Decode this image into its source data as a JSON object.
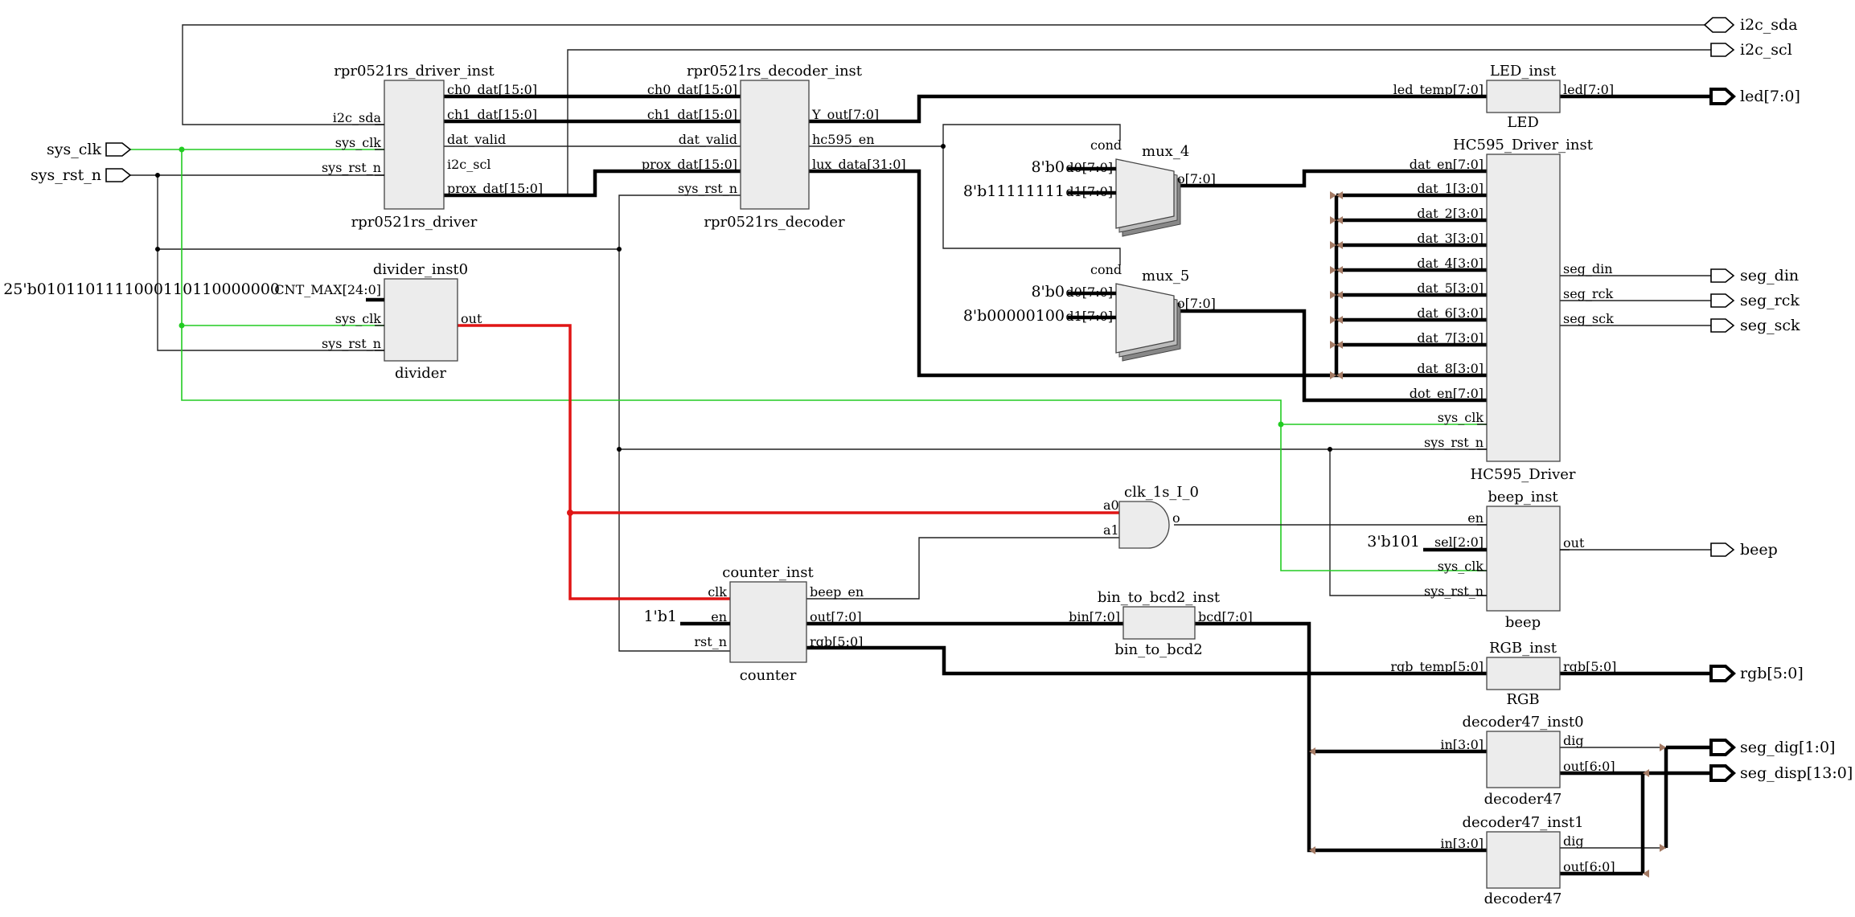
{
  "top_ports": {
    "sys_clk": "sys_clk",
    "sys_rst_n": "sys_rst_n",
    "i2c_sda": "i2c_sda",
    "i2c_scl": "i2c_scl",
    "led": "led[7:0]",
    "seg_din": "seg_din",
    "seg_rck": "seg_rck",
    "seg_sck": "seg_sck",
    "beep": "beep",
    "rgb": "rgb[5:0]",
    "seg_dig": "seg_dig[1:0]",
    "seg_disp": "seg_disp[13:0]"
  },
  "driver": {
    "inst": "rpr0521rs_driver_inst",
    "type": "rpr0521rs_driver",
    "in": [
      "i2c_sda",
      "sys_clk",
      "sys_rst_n"
    ],
    "out": [
      "ch0_dat[15:0]",
      "ch1_dat[15:0]",
      "dat_valid",
      "i2c_scl",
      "prox_dat[15:0]"
    ]
  },
  "decoder": {
    "inst": "rpr0521rs_decoder_inst",
    "type": "rpr0521rs_decoder",
    "in": [
      "ch0_dat[15:0]",
      "ch1_dat[15:0]",
      "dat_valid",
      "prox_dat[15:0]",
      "sys_rst_n"
    ],
    "out": [
      "Y_out[7:0]",
      "hc595_en",
      "lux_data[31:0]"
    ]
  },
  "led": {
    "inst": "LED_inst",
    "type": "LED",
    "in": [
      "led_temp[7:0]"
    ],
    "out": [
      "led[7:0]"
    ]
  },
  "mux4": {
    "inst": "mux_4",
    "cond": "cond",
    "d0": "d0[7:0]",
    "d1": "d1[7:0]",
    "o": "o[7:0]",
    "c0": "8'b0",
    "c1": "8'b11111111"
  },
  "mux5": {
    "inst": "mux_5",
    "cond": "cond",
    "d0": "d0[7:0]",
    "d1": "d1[7:0]",
    "o": "o[7:0]",
    "c0": "8'b0",
    "c1": "8'b00000100"
  },
  "hc595": {
    "inst": "HC595_Driver_inst",
    "type": "HC595_Driver",
    "in": [
      "dat_en[7:0]",
      "dat_1[3:0]",
      "dat_2[3:0]",
      "dat_3[3:0]",
      "dat_4[3:0]",
      "dat_5[3:0]",
      "dat_6[3:0]",
      "dat_7[3:0]",
      "dat_8[3:0]",
      "dot_en[7:0]",
      "sys_clk",
      "sys_rst_n"
    ],
    "out": [
      "seg_din",
      "seg_rck",
      "seg_sck"
    ]
  },
  "divider": {
    "inst": "divider_inst0",
    "type": "divider",
    "in": [
      "CNT_MAX[24:0]",
      "sys_clk",
      "sys_rst_n"
    ],
    "out": [
      "out"
    ],
    "const": "25'b0101101111000110110000000"
  },
  "gate": {
    "inst": "clk_1s_I_0",
    "a0": "a0",
    "a1": "a1",
    "o": "o"
  },
  "beep": {
    "inst": "beep_inst",
    "type": "beep",
    "in": [
      "en",
      "sel[2:0]",
      "sys_clk",
      "sys_rst_n"
    ],
    "out": [
      "out"
    ],
    "const": "3'b101"
  },
  "counter": {
    "inst": "counter_inst",
    "type": "counter",
    "in": [
      "clk",
      "en",
      "rst_n"
    ],
    "out": [
      "beep_en",
      "out[7:0]",
      "rgb[5:0]"
    ],
    "const": "1'b1"
  },
  "bcd": {
    "inst": "bin_to_bcd2_inst",
    "type": "bin_to_bcd2",
    "in": "bin[7:0]",
    "out": "bcd[7:0]"
  },
  "rgb": {
    "inst": "RGB_inst",
    "type": "RGB",
    "in": [
      "rgb_temp[5:0]"
    ],
    "out": [
      "rgb[5:0]"
    ]
  },
  "dec0": {
    "inst": "decoder47_inst0",
    "type": "decoder47",
    "in": [
      "in[3:0]"
    ],
    "out": [
      "dig",
      "out[6:0]"
    ]
  },
  "dec1": {
    "inst": "decoder47_inst1",
    "type": "decoder47",
    "in": [
      "in[3:0]"
    ],
    "out": [
      "dig",
      "out[6:0]"
    ]
  }
}
